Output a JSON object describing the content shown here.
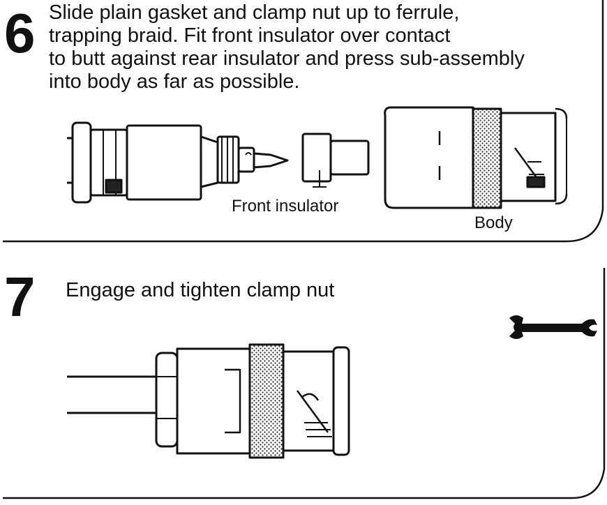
{
  "steps": [
    {
      "number": "6",
      "lines": [
        "Slide plain gasket and clamp nut up to ferrule,",
        "trapping braid. Fit front insulator over contact",
        "to butt against rear insulator and press sub-assembly",
        "into body as far as possible."
      ],
      "labels": {
        "front_insulator": "Front insulator",
        "body": "Body"
      }
    },
    {
      "number": "7",
      "lines": [
        "Engage and tighten clamp nut"
      ]
    }
  ],
  "icons": {
    "tool": "spanner-icon"
  }
}
